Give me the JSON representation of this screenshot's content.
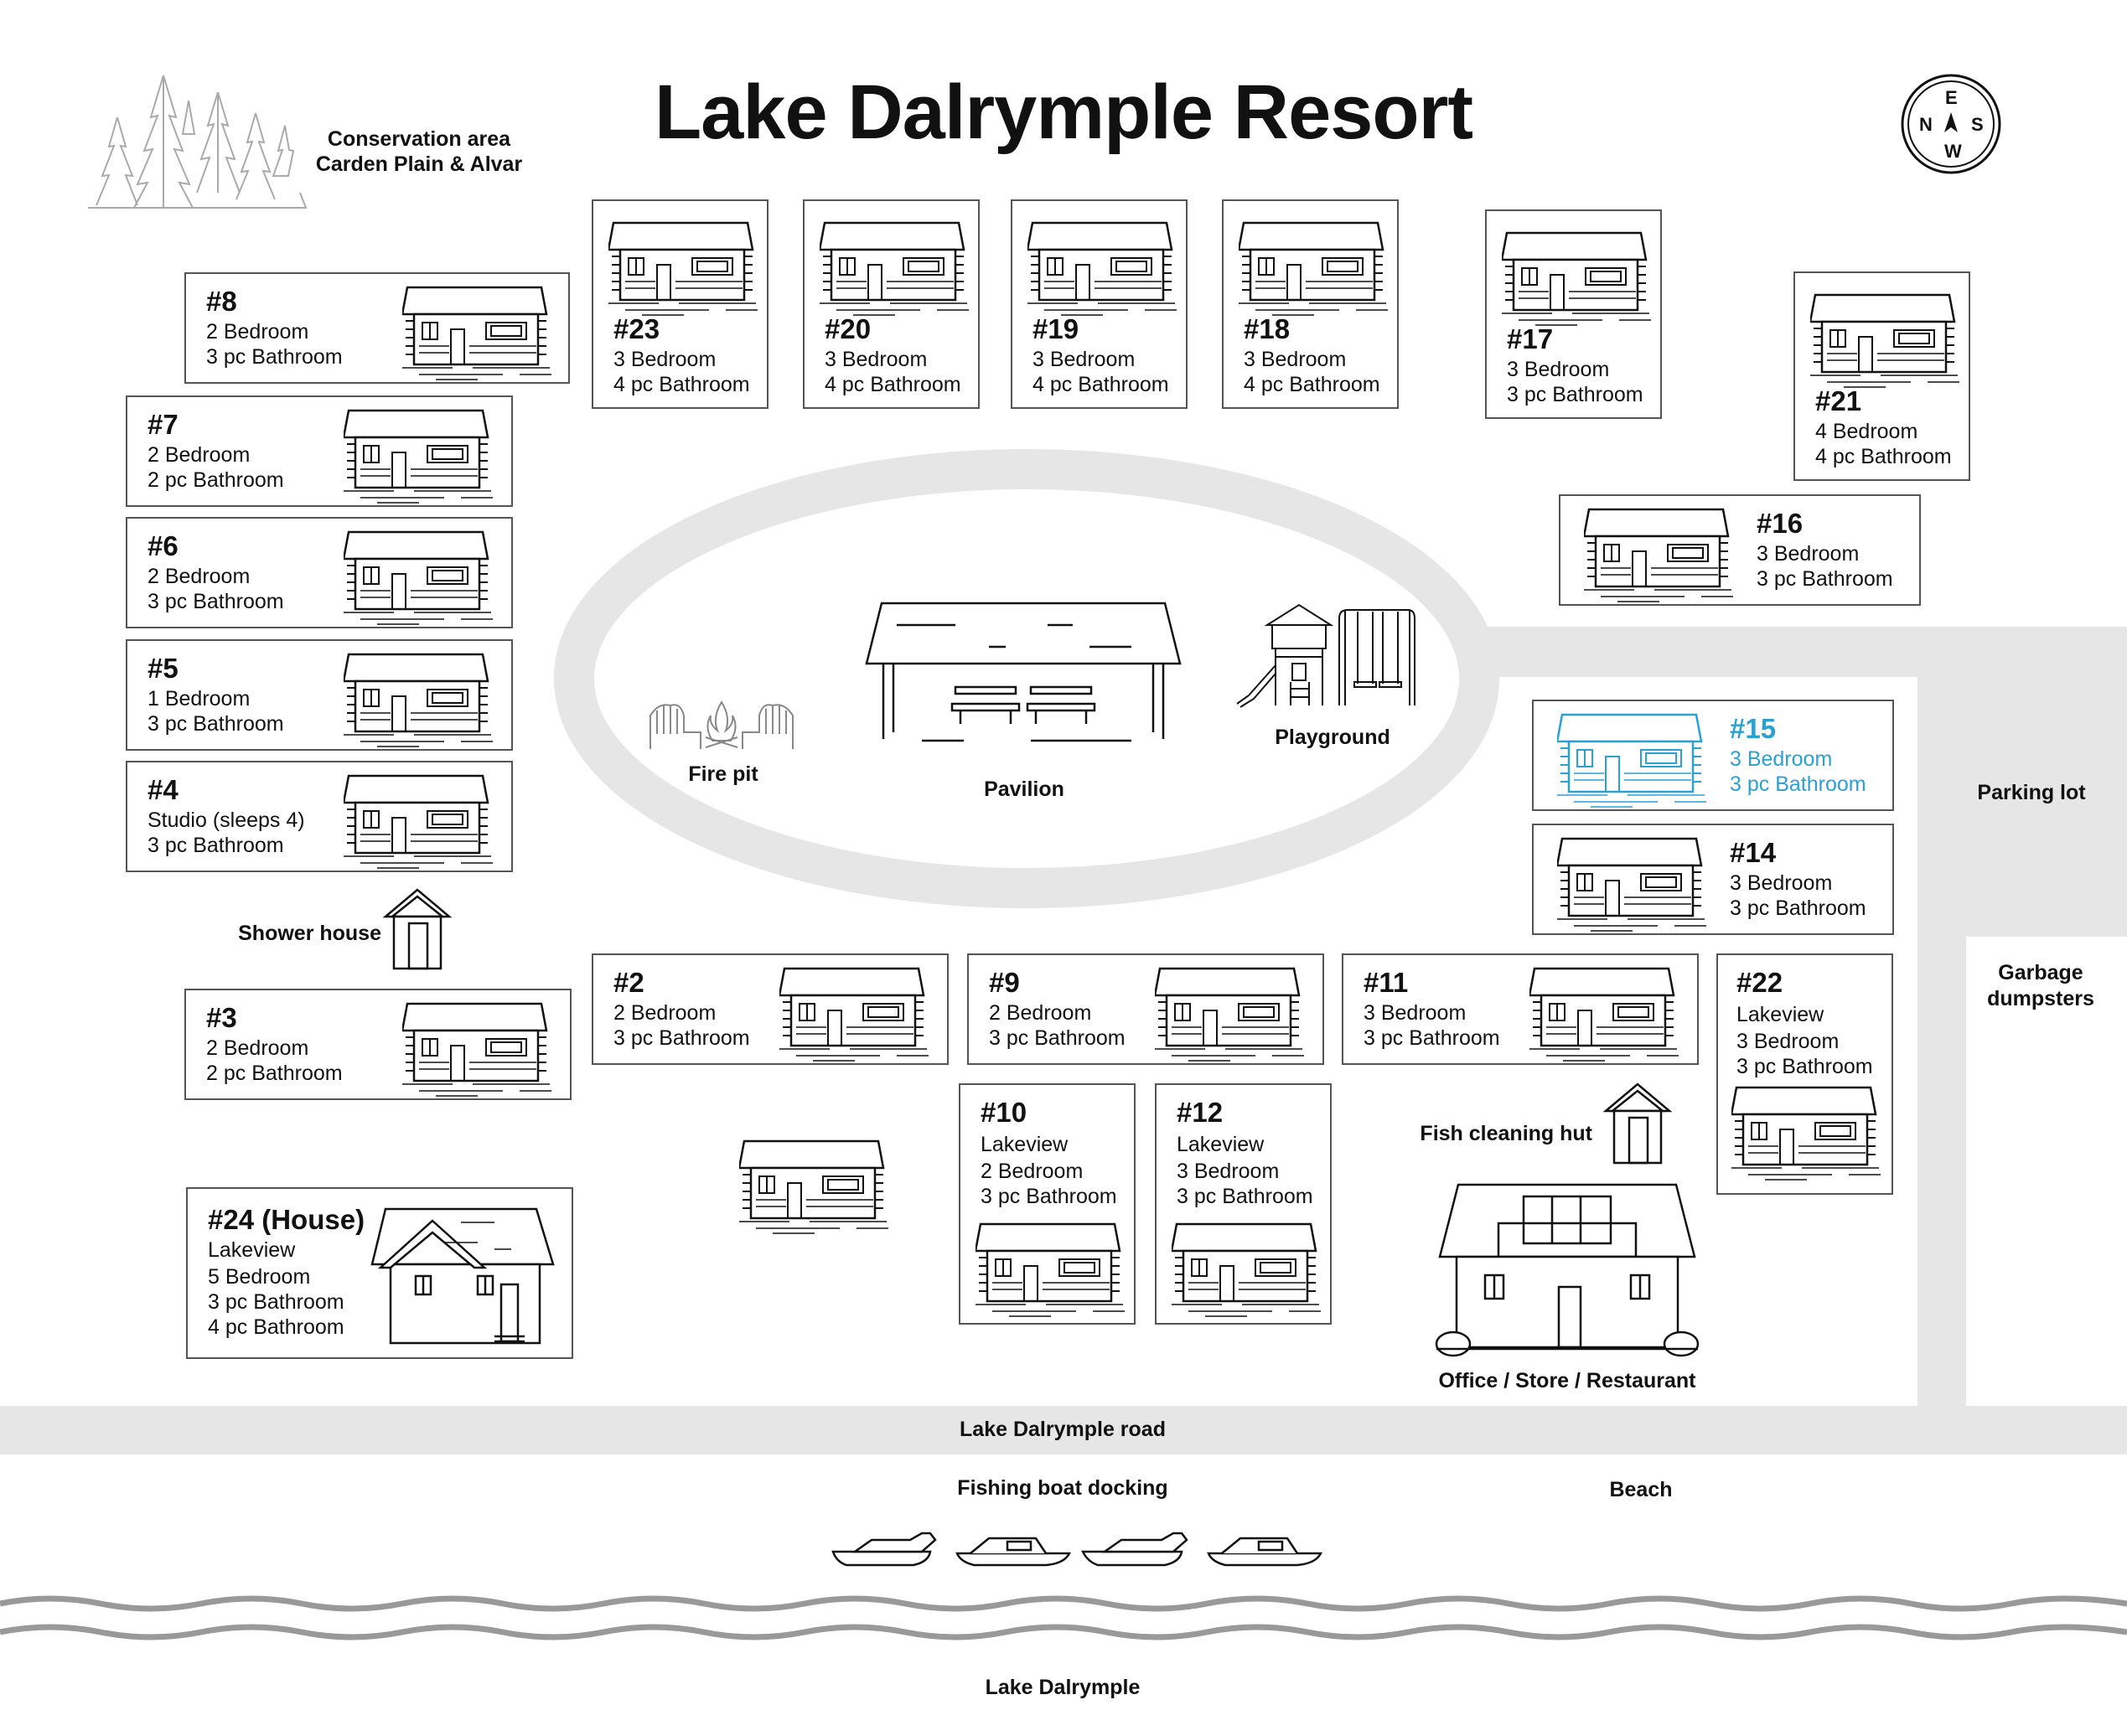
{
  "map_title": "Lake Dalrymple Resort",
  "compass": {
    "n": "N",
    "e": "E",
    "s": "S",
    "w": "W"
  },
  "conservation": {
    "line1": "Conservation area",
    "line2": "Carden Plain & Alvar"
  },
  "highlight_color": "#2aa0d3",
  "cabins": {
    "c8": {
      "num": "#8",
      "l1": "2 Bedroom",
      "l2": "3 pc Bathroom"
    },
    "c7": {
      "num": "#7",
      "l1": "2 Bedroom",
      "l2": "2 pc Bathroom"
    },
    "c6": {
      "num": "#6",
      "l1": "2 Bedroom",
      "l2": "3 pc Bathroom"
    },
    "c5": {
      "num": "#5",
      "l1": "1 Bedroom",
      "l2": "3 pc Bathroom"
    },
    "c4": {
      "num": "#4",
      "l1": "Studio (sleeps 4)",
      "l2": "3 pc Bathroom"
    },
    "c3": {
      "num": "#3",
      "l1": "2 Bedroom",
      "l2": "2 pc Bathroom"
    },
    "c23": {
      "num": "#23",
      "l1": "3 Bedroom",
      "l2": "4 pc Bathroom"
    },
    "c20": {
      "num": "#20",
      "l1": "3 Bedroom",
      "l2": "4 pc Bathroom"
    },
    "c19": {
      "num": "#19",
      "l1": "3 Bedroom",
      "l2": "4 pc Bathroom"
    },
    "c18": {
      "num": "#18",
      "l1": "3 Bedroom",
      "l2": "4 pc Bathroom"
    },
    "c17": {
      "num": "#17",
      "l1": "3 Bedroom",
      "l2": "3 pc Bathroom"
    },
    "c21": {
      "num": "#21",
      "l1": "4 Bedroom",
      "l2": "4 pc Bathroom"
    },
    "c16": {
      "num": "#16",
      "l1": "3 Bedroom",
      "l2": "3 pc Bathroom"
    },
    "c15": {
      "num": "#15",
      "l1": "3 Bedroom",
      "l2": "3 pc Bathroom"
    },
    "c14": {
      "num": "#14",
      "l1": "3 Bedroom",
      "l2": "3 pc Bathroom"
    },
    "c2": {
      "num": "#2",
      "l1": "2 Bedroom",
      "l2": "3 pc Bathroom"
    },
    "c9": {
      "num": "#9",
      "l1": "2 Bedroom",
      "l2": "3 pc Bathroom"
    },
    "c11": {
      "num": "#11",
      "l1": "3 Bedroom",
      "l2": "3 pc Bathroom"
    },
    "c22": {
      "num": "#22",
      "l0": "Lakeview",
      "l1": "3 Bedroom",
      "l2": "3 pc Bathroom"
    },
    "c10": {
      "num": "#10",
      "l0": "Lakeview",
      "l1": "2 Bedroom",
      "l2": "3 pc Bathroom"
    },
    "c12": {
      "num": "#12",
      "l0": "Lakeview",
      "l1": "3 Bedroom",
      "l2": "3 pc Bathroom"
    },
    "c24": {
      "num": "#24 (House)",
      "l0": "Lakeview",
      "l1": "5 Bedroom",
      "l2": "3 pc Bathroom",
      "l3": "4 pc Bathroom"
    }
  },
  "places": {
    "fire_pit": "Fire pit",
    "pavilion": "Pavilion",
    "playground": "Playground",
    "parking_lot": "Parking lot",
    "garbage": "Garbage dumpsters",
    "shower_house": "Shower house",
    "fish_cleaning_hut": "Fish cleaning hut",
    "office": "Office / Store / Restaurant",
    "road": "Lake Dalrymple road",
    "boat_docking": "Fishing boat docking",
    "beach": "Beach",
    "lake": "Lake Dalrymple"
  }
}
